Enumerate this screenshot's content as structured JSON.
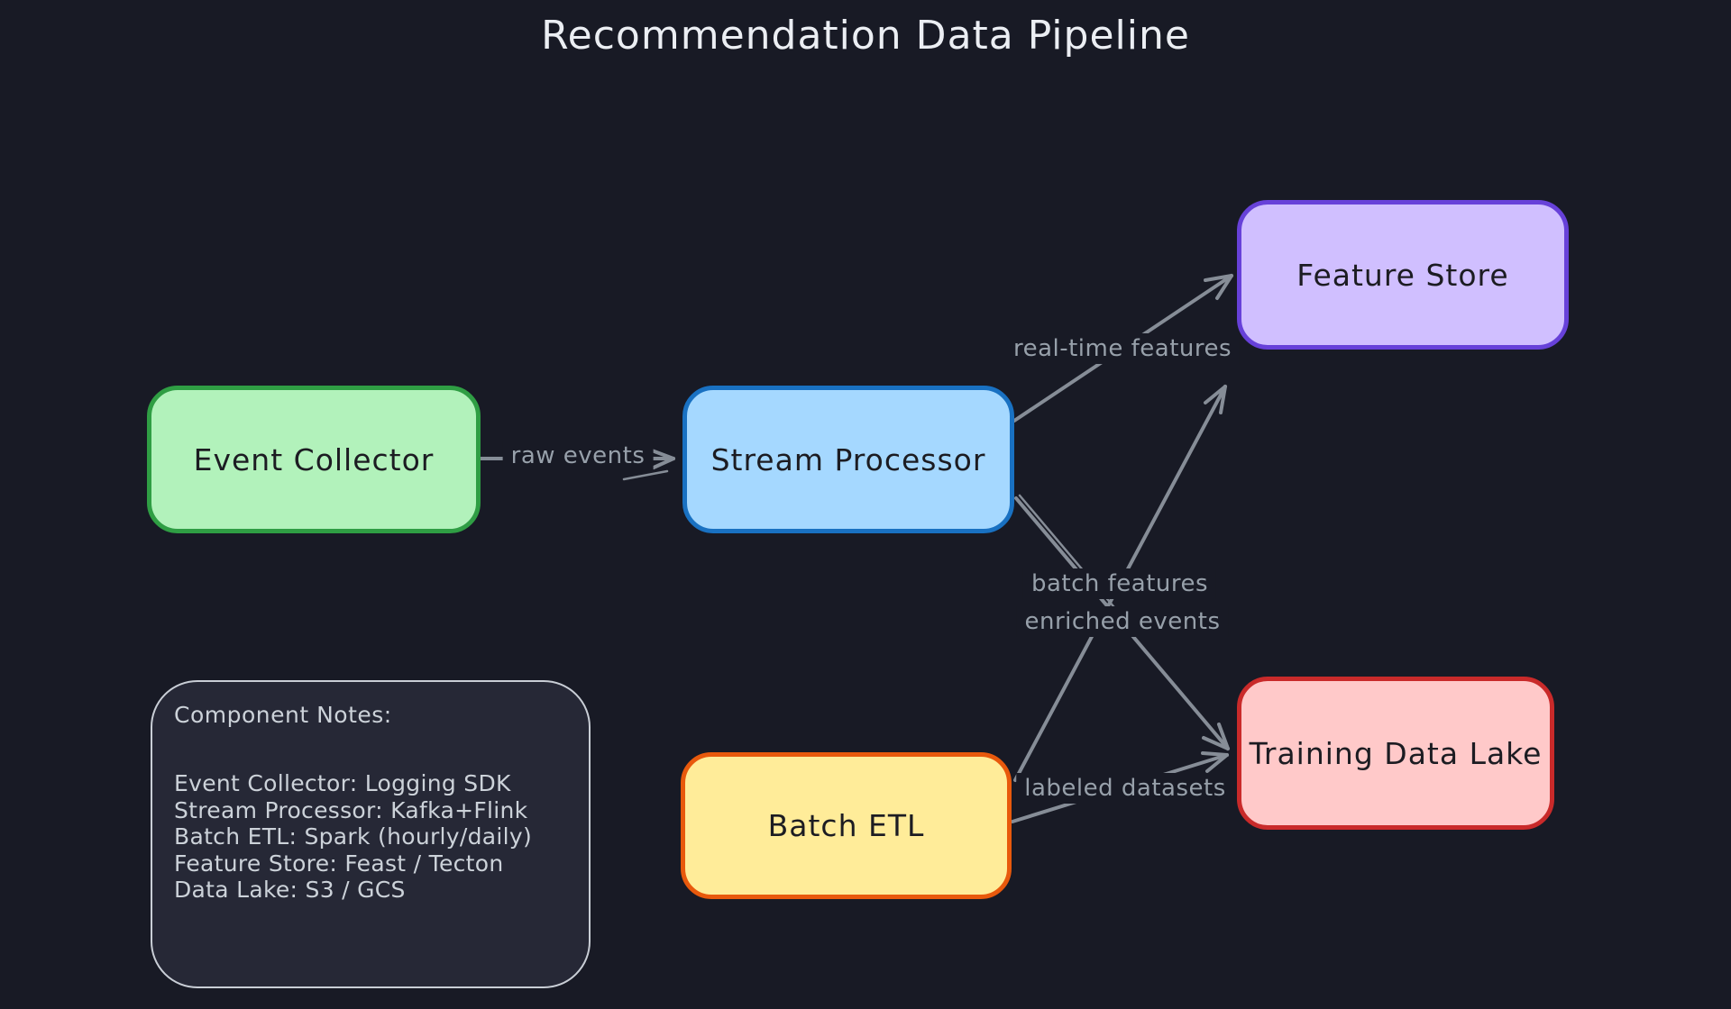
{
  "title": "Recommendation Data Pipeline",
  "colors": {
    "background": "#181a25",
    "title_text": "#ebeef3",
    "arrow": "#868d97",
    "edge_label_text": "#97a0aa",
    "node_text": "#1c1c22",
    "notes_fill": "#262836",
    "notes_border": "#c9ced6",
    "notes_text": "#ccd2d9"
  },
  "nodes": {
    "event_collector": {
      "label": "Event Collector",
      "fill": "#b2f2bb",
      "stroke": "#2f9e44"
    },
    "stream_processor": {
      "label": "Stream Processor",
      "fill": "#a5d8ff",
      "stroke": "#1971c2"
    },
    "feature_store": {
      "label": "Feature Store",
      "fill": "#d0bfff",
      "stroke": "#6741d9"
    },
    "batch_etl": {
      "label": "Batch ETL",
      "fill": "#ffec99",
      "stroke": "#e8590c"
    },
    "training_data_lake": {
      "label": "Training Data Lake",
      "fill": "#ffc9c9",
      "stroke": "#c92a2a"
    }
  },
  "edges": {
    "raw_events": {
      "label": "raw events",
      "from": "event_collector",
      "to": "stream_processor"
    },
    "real_time_features": {
      "label": "real-time features",
      "from": "stream_processor",
      "to": "feature_store"
    },
    "enriched_events": {
      "label": "enriched events",
      "from": "stream_processor",
      "to": "training_data_lake"
    },
    "batch_features": {
      "label": "batch features",
      "from": "batch_etl",
      "to": "feature_store"
    },
    "labeled_datasets": {
      "label": "labeled datasets",
      "from": "batch_etl",
      "to": "training_data_lake"
    }
  },
  "notes": {
    "heading": "Component Notes:",
    "lines": [
      "Event Collector: Logging SDK",
      "Stream Processor: Kafka+Flink",
      "Batch ETL: Spark (hourly/daily)",
      "Feature Store: Feast / Tecton",
      "Data Lake: S3 / GCS"
    ]
  }
}
